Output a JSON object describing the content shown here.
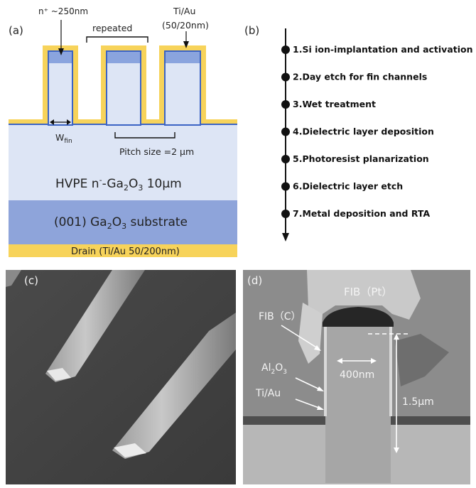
{
  "panel_a": {
    "label": "(a)",
    "n_plus": "n⁺ ~250nm",
    "repeated": "repeated",
    "metal_line1": "Ti/Au",
    "metal_line2": "(50/20nm)",
    "w": "W",
    "w_sub": "fin",
    "pitch": "Pitch size =2 μm",
    "drift_pre": "HVPE n",
    "drift_sup": "-",
    "drift_mid": "-Ga",
    "drift_sub1": "2",
    "drift_o": "O",
    "drift_sub2": "3",
    "drift_post": " 10μm",
    "sub_pre": "(001)  Ga",
    "sub_sub1": "2",
    "sub_o": "O",
    "sub_sub2": "3",
    "sub_post": " substrate",
    "drain": "Drain (Ti/Au 50/200nm)",
    "colors": {
      "metal": "#f7d35a",
      "drift": "#dde5f5",
      "substrate": "#8ea4da",
      "nplus": "#8aa4de",
      "outline": "#3b63c4"
    }
  },
  "panel_b": {
    "label": "(b)",
    "steps": [
      "1.Si ion-implantation and activation",
      "2.Day etch for fin channels",
      "3.Wet treatment",
      "4.Dielectric layer deposition",
      "5.Photoresist planarization",
      "6.Dielectric layer etch",
      "7.Metal deposition and RTA"
    ]
  },
  "panel_c": {
    "label": "(c)"
  },
  "panel_d": {
    "label": "(d)",
    "fib_c": "FIB（C）",
    "fib_pt": "FIB（Pt）",
    "al_pre": "Al",
    "al_sub1": "2",
    "al_o": "O",
    "al_sub2": "3",
    "tiau": "Ti/Au",
    "width": "400nm",
    "height": "1.5μm"
  }
}
